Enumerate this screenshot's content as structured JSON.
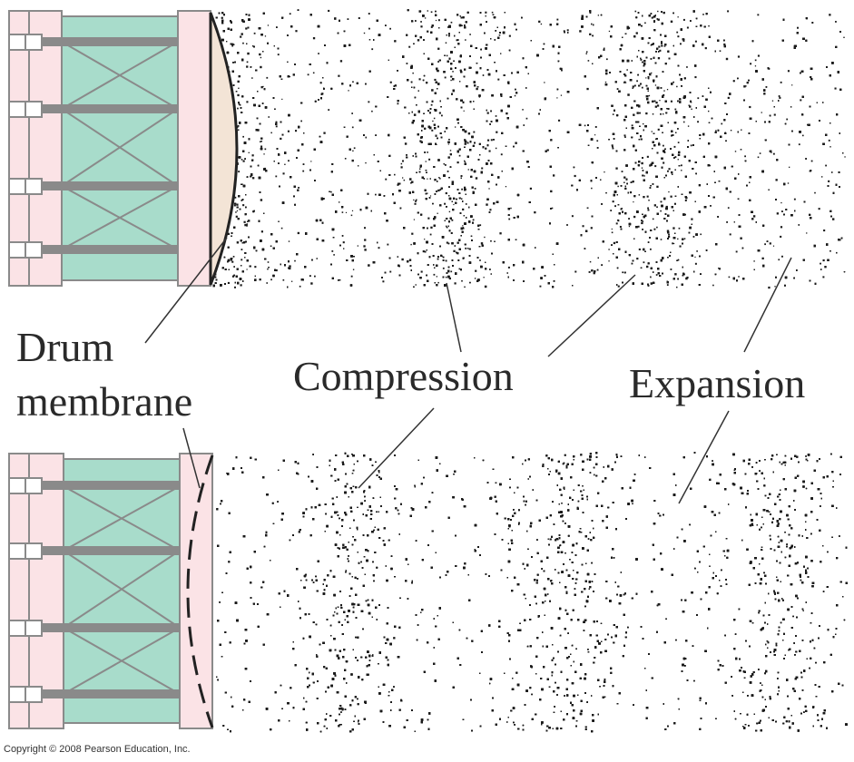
{
  "labels": {
    "drum_line1": "Drum",
    "drum_line2": "membrane",
    "compression": "Compression",
    "expansion": "Expansion"
  },
  "copyright": "Copyright © 2008 Pearson Education, Inc.",
  "colors": {
    "drum_shell": "#a8dccb",
    "hoop": "#fbe3e6",
    "membrane": "#f3e4d6",
    "frame": "#8a8a8a",
    "particles": "#1a1a1a"
  }
}
